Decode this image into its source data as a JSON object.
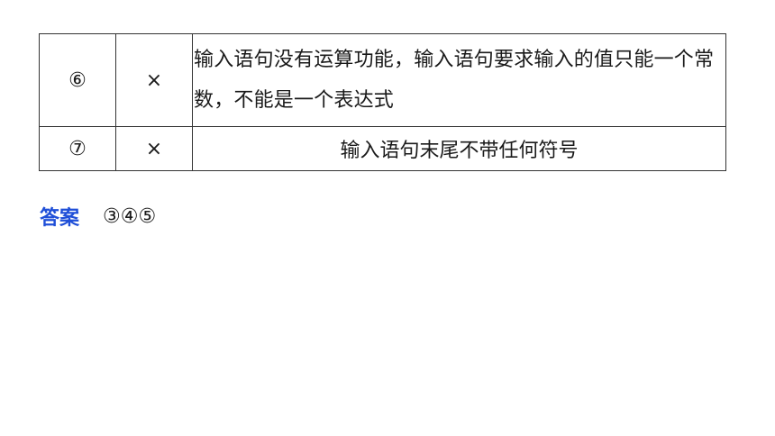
{
  "table": {
    "rows": [
      {
        "num": "⑥",
        "mark": "×",
        "reason": "输入语句没有运算功能，输入语句要求输入的值只能一个常数，不能是一个表达式"
      },
      {
        "num": "⑦",
        "mark": "×",
        "reason": "输入语句末尾不带任何符号"
      }
    ]
  },
  "answer": {
    "label": "答案",
    "value": "③④⑤"
  },
  "colors": {
    "answer_label": "#1f4fd8",
    "border": "#333333",
    "text": "#1a1a1a"
  }
}
